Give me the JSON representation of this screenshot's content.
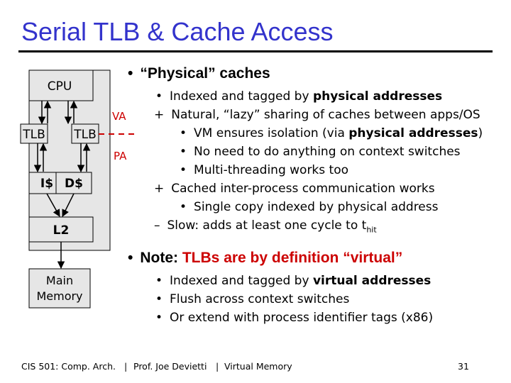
{
  "slide": {
    "title": "Serial TLB & Cache Access",
    "diagram": {
      "cpu": "CPU",
      "tlb_left": "TLB",
      "tlb_right": "TLB",
      "va": "VA",
      "pa": "PA",
      "icache": "I$",
      "dcache": "D$",
      "l2": "L2",
      "main_memory_line1": "Main",
      "main_memory_line2": "Memory",
      "colors": {
        "box_fill": "#e6e6e6",
        "box_stroke": "#000000",
        "va_pa_label": "#cc0000",
        "title": "#3333cc"
      }
    },
    "bullets": {
      "b1": {
        "marker": "•",
        "head": "“Physical” caches"
      },
      "s1": {
        "marker": "•",
        "pre": "Indexed and tagged by ",
        "bold": "physical addresses"
      },
      "s2": {
        "marker": "+",
        "text": "Natural, “lazy” sharing of caches between apps/OS"
      },
      "s2a": {
        "marker": "•",
        "pre": "VM ensures isolation (via ",
        "bold": "physical addresses",
        "post": ")"
      },
      "s2b": {
        "marker": "•",
        "text": "No need to do anything on context switches"
      },
      "s2c": {
        "marker": "•",
        "text": "Multi-threading works too"
      },
      "s3": {
        "marker": "+",
        "text": "Cached inter-process communication works"
      },
      "s3a": {
        "marker": "•",
        "text": "Single copy indexed by physical address"
      },
      "s4": {
        "marker": "–",
        "pre": "Slow: adds at least one cycle to t",
        "sub": "hit"
      },
      "b2": {
        "marker": "•",
        "pre": "Note: ",
        "red": "TLBs are by definition “virtual”"
      },
      "n1": {
        "marker": "•",
        "pre": "Indexed and tagged by ",
        "bold": "virtual addresses"
      },
      "n2": {
        "marker": "•",
        "text": "Flush across context switches"
      },
      "n3": {
        "marker": "•",
        "text": "Or extend with process identifier tags (x86)"
      }
    },
    "footer": {
      "course": "CIS 501: Comp. Arch.",
      "sep1": "|",
      "author": "Prof. Joe Devietti",
      "sep2": "|",
      "topic": "Virtual Memory",
      "page_number": "31"
    }
  }
}
